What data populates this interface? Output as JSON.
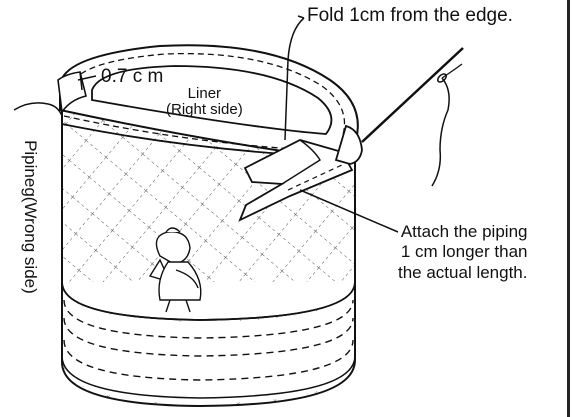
{
  "diagram": {
    "labels": {
      "fold": "Fold 1cm from the edge.",
      "measure": "0.7 c m",
      "liner_title": "Liner",
      "liner_sub": "(Right side)",
      "attach_lines": [
        "Attach the piping",
        "1 cm longer than",
        "the actual length."
      ],
      "piping": "Pipineg(Wrong side)"
    },
    "colors": {
      "ink": "#111111",
      "paper": "#ffffff"
    }
  }
}
